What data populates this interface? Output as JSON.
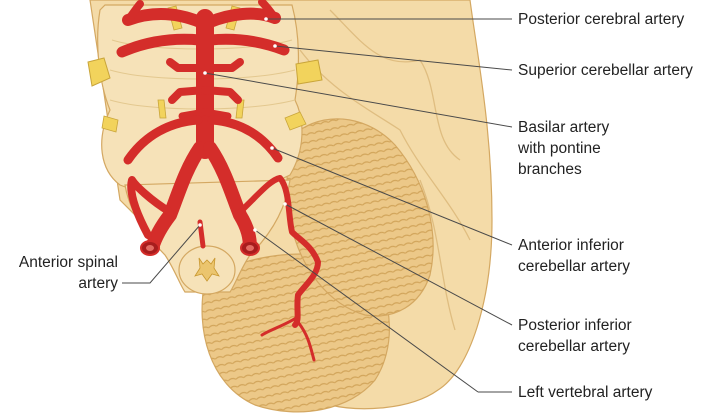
{
  "labels": {
    "posterior_cerebral": [
      "Posterior cerebral artery"
    ],
    "superior_cerebellar": [
      "Superior cerebellar artery"
    ],
    "basilar": [
      "Basilar artery",
      "with pontine",
      "branches"
    ],
    "anterior_inferior_cerebellar": [
      "Anterior inferior",
      "cerebellar artery"
    ],
    "posterior_inferior_cerebellar": [
      "Posterior inferior",
      "cerebellar artery"
    ],
    "left_vertebral": [
      "Left vertebral artery"
    ],
    "anterior_spinal": [
      "Anterior spinal",
      "artery"
    ]
  },
  "colors": {
    "tissue": "#f4dba8",
    "tissue_shade": "#e9c27c",
    "tissue_line": "#d4a862",
    "cerebellum": "#ecc888",
    "artery": "#d42d2a",
    "artery_dark": "#a81d1d",
    "nerve": "#f2d35c",
    "leader": "#4a4a4a"
  }
}
